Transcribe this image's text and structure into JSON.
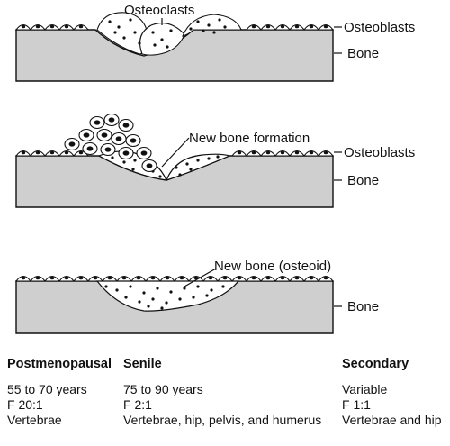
{
  "panel1": {
    "osteoclasts_label": "Osteoclasts",
    "osteoblasts_label": "Osteoblasts",
    "bone_label": "Bone"
  },
  "panel2": {
    "new_bone_label": "New bone formation",
    "osteoblasts_label": "Osteoblasts",
    "bone_label": "Bone"
  },
  "panel3": {
    "new_bone_label": "New bone (osteoid)",
    "bone_label": "Bone"
  },
  "types": [
    {
      "title": "Postmenopausal",
      "age": "55 to 70 years",
      "ratio": "F 20:1",
      "sites": "Vertebrae"
    },
    {
      "title": "Senile",
      "age": "75 to 90 years",
      "ratio": "F 2:1",
      "sites": "Vertebrae, hip, pelvis, and humerus"
    },
    {
      "title": "Secondary",
      "age": "Variable",
      "ratio": "F 1:1",
      "sites": "Vertebrae and hip"
    }
  ]
}
